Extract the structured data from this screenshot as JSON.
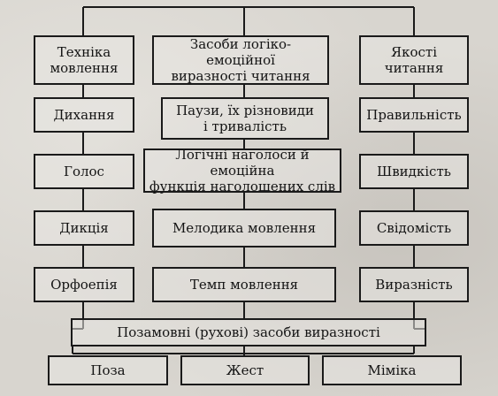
{
  "diagram": {
    "columns": {
      "left": {
        "header": "Техніка\nмовлення",
        "items": [
          "Дихання",
          "Голос",
          "Дикція",
          "Орфоепія"
        ]
      },
      "center": {
        "header": "Засоби логіко-емоційної\nвиразності читання",
        "items": [
          "Паузи, їх різновиди\nі тривалість",
          "Логічні наголоси й емоційна\nфункція наголошених слів",
          "Мелодика мовлення",
          "Темп мовлення"
        ]
      },
      "right": {
        "header": "Якості\nчитання",
        "items": [
          "Правильність",
          "Швидкість",
          "Свідомість",
          "Виразність"
        ]
      }
    },
    "bottom": {
      "title": "Позамовні (рухові) засоби виразності",
      "items": [
        "Поза",
        "Жест",
        "Міміка"
      ]
    }
  }
}
